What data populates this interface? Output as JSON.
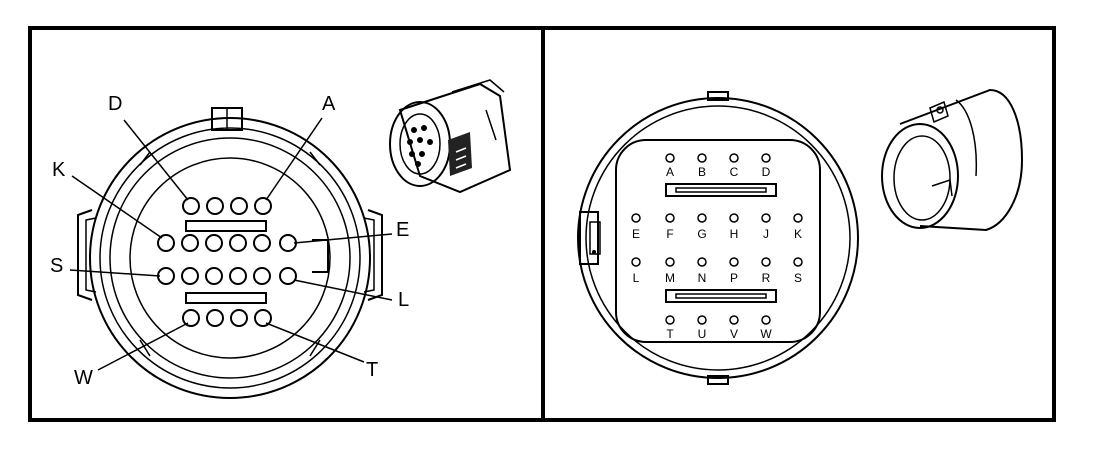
{
  "left_panel": {
    "callouts": [
      "D",
      "A",
      "K",
      "E",
      "S",
      "L",
      "W",
      "T"
    ]
  },
  "right_panel": {
    "rows": [
      [
        "A",
        "B",
        "C",
        "D"
      ],
      [
        "E",
        "F",
        "G",
        "H",
        "J",
        "K"
      ],
      [
        "L",
        "M",
        "N",
        "P",
        "R",
        "S"
      ],
      [
        "T",
        "U",
        "V",
        "W"
      ]
    ]
  },
  "colors": {
    "ink": "#000000",
    "paper": "#ffffff"
  }
}
